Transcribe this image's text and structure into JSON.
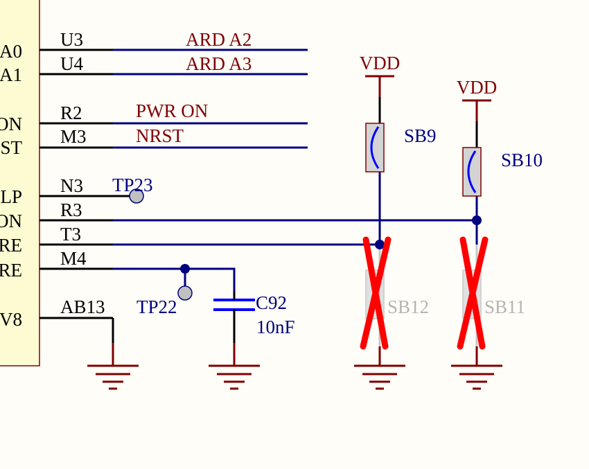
{
  "colors": {
    "background": "#fefdf8",
    "wire": "#000080",
    "pin_line": "#000000",
    "power_and_net": "#800000",
    "ic_body": "#fdfbd2",
    "cross": "#ff0000",
    "test_point": "#c0c0c0",
    "capacitor": "#0000ff",
    "dnp_part": "#c8c8c8"
  },
  "ic": {
    "pin_name_fragments": [
      "A0",
      "A1",
      "ON",
      "ST",
      "LP",
      "ON",
      "RE",
      "RE",
      "V8"
    ],
    "pin_numbers": [
      "U3",
      "U4",
      "R2",
      "M3",
      "N3",
      "R3",
      "T3",
      "M4",
      "AB13"
    ]
  },
  "nets": {
    "ard_a2": "ARD  A2",
    "ard_a3": "ARD  A3",
    "pwr_on": "PWR  ON",
    "nrst": "NRST"
  },
  "power": {
    "vdd_left": "VDD",
    "vdd_right": "VDD"
  },
  "parts": {
    "tp23": "TP23",
    "tp22": "TP22",
    "c92": "C92",
    "c92_value": "10nF",
    "sb9": "SB9",
    "sb10": "SB10",
    "sb12": "SB12",
    "sb11": "SB11"
  }
}
